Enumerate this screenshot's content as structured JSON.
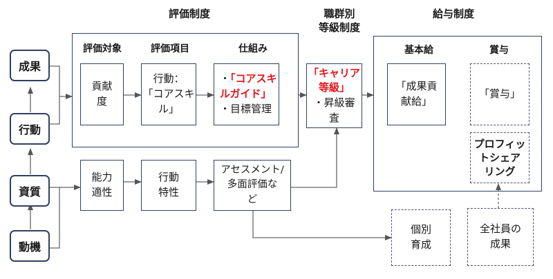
{
  "headers": {
    "evaluation": "評価制度",
    "grade_line1": "職群別",
    "grade_line2": "等級制度",
    "salary": "給与制度"
  },
  "subheaders": {
    "target": "評価対象",
    "items": "評価項目",
    "mechanism": "仕組み",
    "base_pay": "基本給",
    "bonus": "賞与"
  },
  "left_column": {
    "results": "成果",
    "action": "行動",
    "qualities": "資質",
    "motivation": "動機"
  },
  "boxes": {
    "contribution_l1": "貢献",
    "contribution_l2": "度",
    "action_l1": "行動：",
    "action_l2": "「コアスキ",
    "action_l3": "ル」",
    "mech_prefix": "・",
    "mech_red1": "「コアスキ",
    "mech_red2": "ルガイド」",
    "mech_l3": "・目標管理",
    "career_red1": "「キャリア",
    "career_red2": "等級」",
    "career_l3": "・昇級審",
    "career_l4": "査",
    "base_l1": "「成果貢",
    "base_l2": "献給」",
    "bonus_box": "「賞与」",
    "profit_l1": "プロフィッ",
    "profit_l2": "トシェア",
    "profit_l3": "リング",
    "ability_l1": "能力",
    "ability_l2": "適性",
    "trait_l1": "行動",
    "trait_l2": "特性",
    "assess_l1": "アセスメント/",
    "assess_l2": "多面評価な",
    "assess_l3": "ど",
    "indiv_l1": "個別",
    "indiv_l2": "育成",
    "company_l1": "全社員の",
    "company_l2": "成果"
  },
  "colors": {
    "border": "#2f3f63",
    "dashed_border": "#4a4f7a",
    "accent_red": "#e6141b",
    "text": "#1a1a1a"
  }
}
